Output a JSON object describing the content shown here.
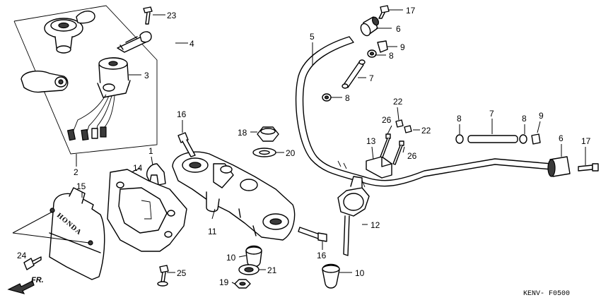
{
  "diagram": {
    "code": "KENV- F0500",
    "direction_label": "FR.",
    "emblem_text": "HONDA",
    "callouts": {
      "p1": "1",
      "p2": "2",
      "p3": "3",
      "p4": "4",
      "p5": "5",
      "p6a": "6",
      "p6b": "6",
      "p7a": "7",
      "p7b": "7",
      "p8a": "8",
      "p8b": "8",
      "p8c": "8",
      "p8d": "8",
      "p9a": "9",
      "p9b": "9",
      "p10a": "10",
      "p10b": "10",
      "p11": "11",
      "p12": "12",
      "p13": "13",
      "p14": "14",
      "p15": "15",
      "p16a": "16",
      "p16b": "16",
      "p17a": "17",
      "p17b": "17",
      "p18": "18",
      "p19": "19",
      "p20": "20",
      "p21": "21",
      "p22a": "22",
      "p22b": "22",
      "p23": "23",
      "p24": "24",
      "p25": "25",
      "p26a": "26",
      "p26b": "26"
    }
  }
}
